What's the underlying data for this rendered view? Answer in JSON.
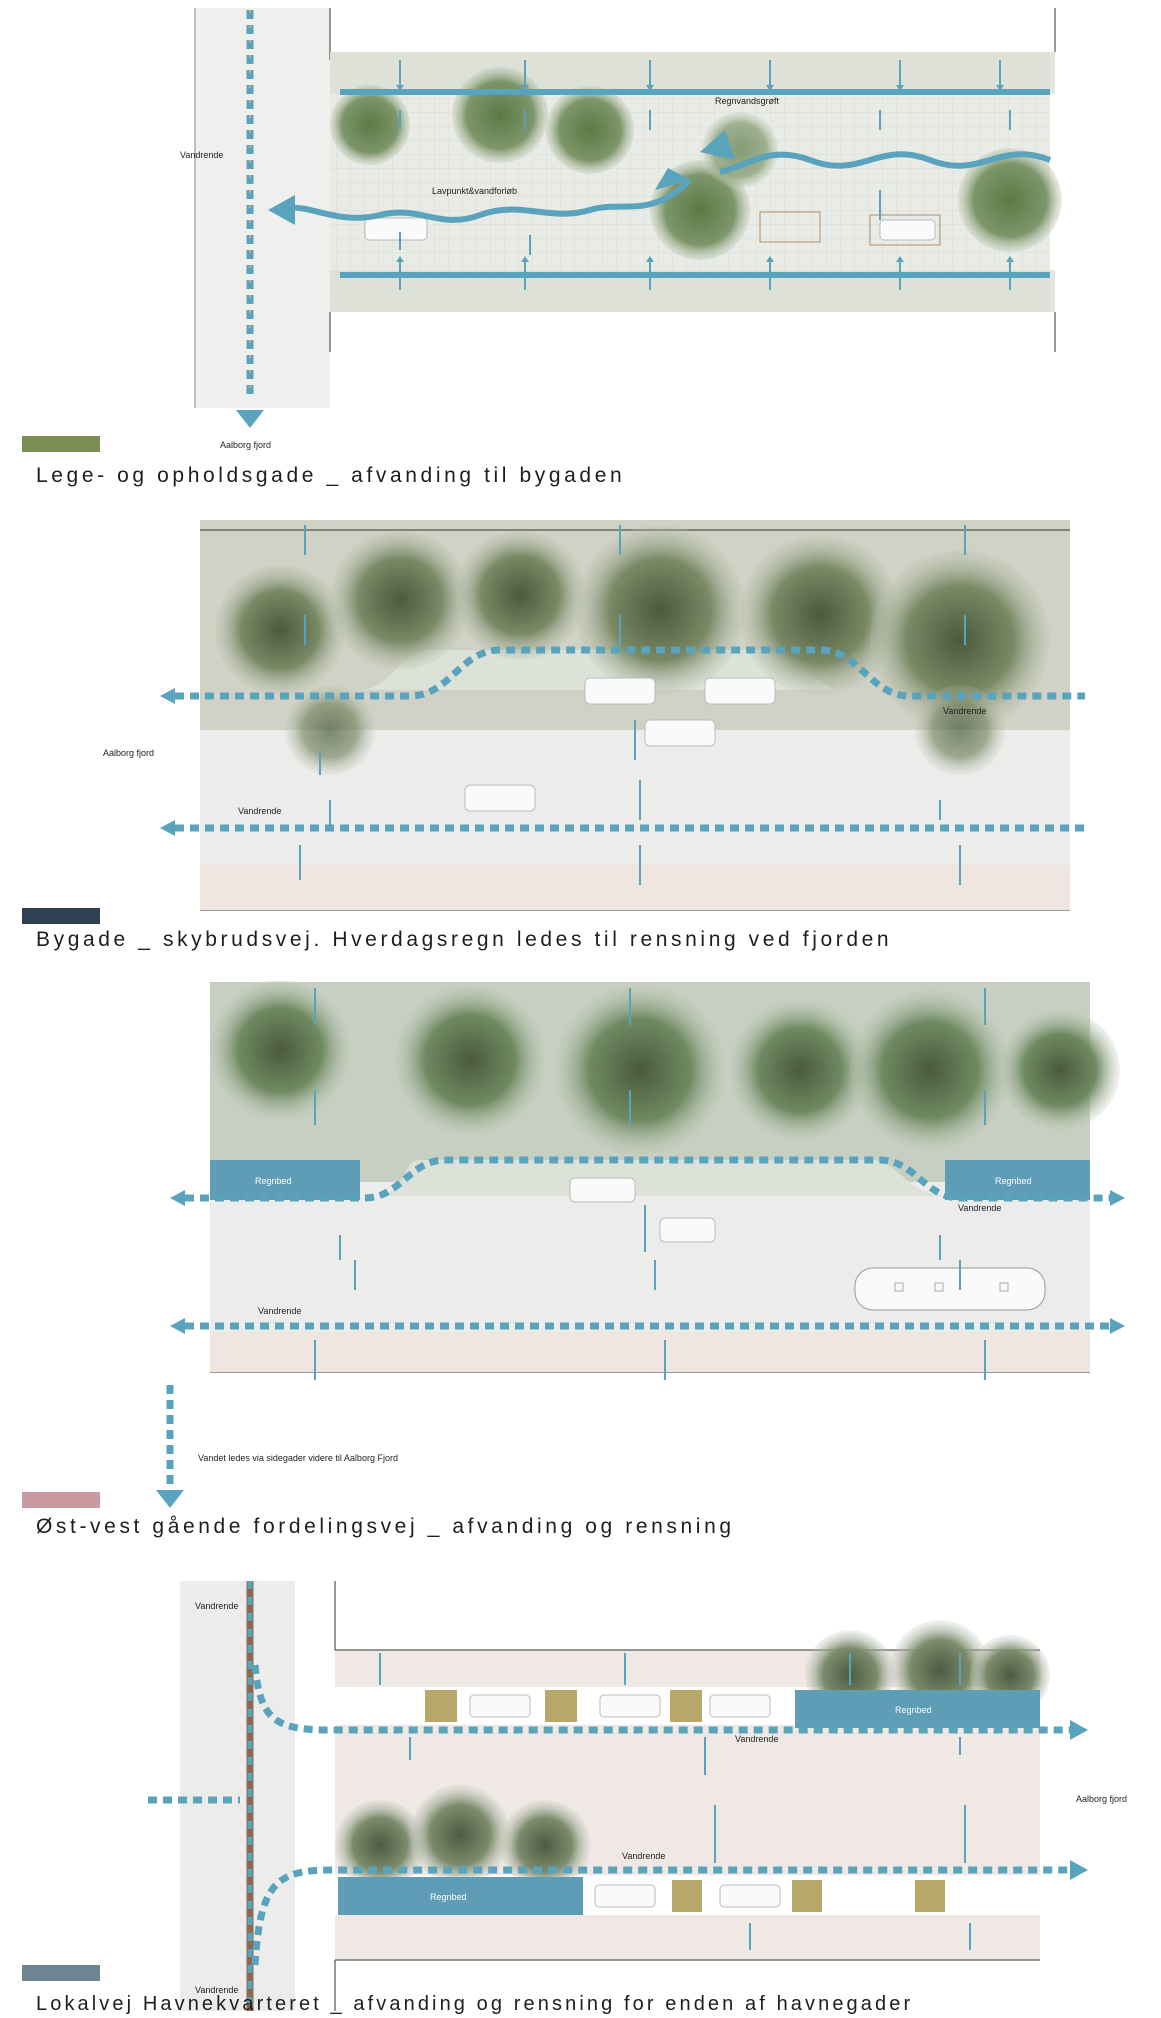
{
  "panels": [
    {
      "caption": "Lege- og opholdsgade _ afvanding til bygaden",
      "swatch_color": "#7b8e55",
      "labels": {
        "vandrende": "Vandrende",
        "regnvandsgroft": "Regnvandsgrøft",
        "lavpunkt": "Lavpunkt&vandforløb",
        "aalborg_fjord": "Aalborg fjord"
      }
    },
    {
      "caption": "Bygade _ skybrudsvej. Hverdagsregn ledes til rensning ved fjorden",
      "swatch_color": "#2f4052",
      "labels": {
        "aalborg_fjord": "Aalborg fjord",
        "vandrende_1": "Vandrende",
        "vandrende_2": "Vandrende"
      }
    },
    {
      "caption": "Øst-vest gående fordelingsvej _ afvanding og rensning",
      "swatch_color": "#c99aa2",
      "labels": {
        "regnbed_left": "Regnbed",
        "regnbed_right": "Regnbed",
        "vandrende_1": "Vandrende",
        "vandrende_2": "Vandrende",
        "note": "Vandet ledes via sidegader videre til Aalborg Fjord"
      }
    },
    {
      "caption": "Lokalvej Havnekvarteret _ afvanding og rensning for enden af havnegader",
      "swatch_color": "#6d8591",
      "labels": {
        "vandrende_top": "Vandrende",
        "vandrende_bottom": "Vandrende",
        "vandrende_mid_1": "Vandrende",
        "vandrende_mid_2": "Vandrende",
        "regnbed_top": "Regnbed",
        "regnbed_bottom": "Regnbed",
        "aalborg_fjord": "Aalborg fjord"
      }
    }
  ],
  "colors": {
    "water": "#5aa3bd",
    "regnbed": "#5f9db7",
    "tree_dark": "#4f6c3d",
    "tree_light": "#8da27a",
    "road": "#ececea",
    "plaza": "#e4e8e2",
    "caption_text": "#1e1e1e"
  }
}
